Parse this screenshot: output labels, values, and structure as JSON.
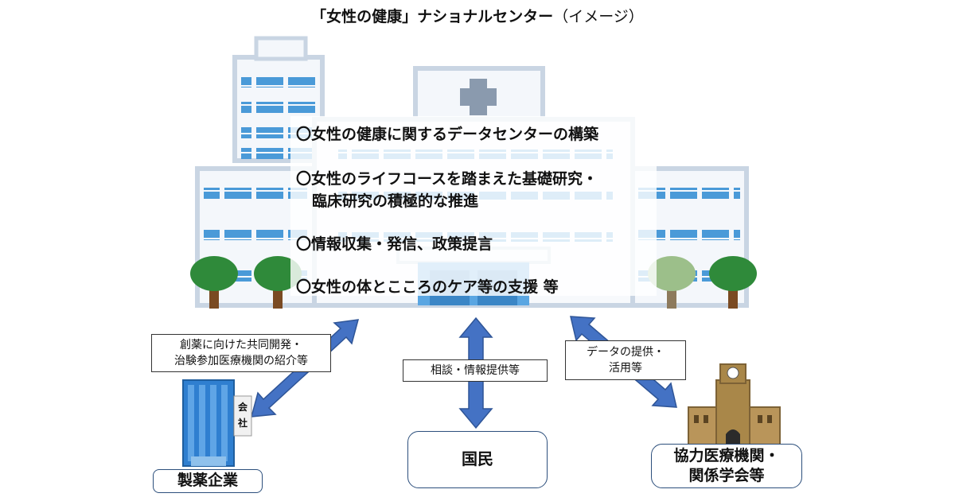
{
  "title": {
    "main": "「女性の健康」ナショナルセンター",
    "note": "（イメージ）"
  },
  "features": [
    {
      "line1": "〇女性の健康に関するデータセンターの構築",
      "line2": ""
    },
    {
      "line1": "〇女性のライフコースを踏まえた基礎研究・",
      "line2": "臨床研究の積極的な推進"
    },
    {
      "line1": "〇情報収集・発信、政策提言",
      "line2": ""
    },
    {
      "line1": "〇女性の体とこころのケア等の支援 等",
      "line2": ""
    }
  ],
  "labels": {
    "pharma_link": {
      "line1": "創薬に向けた共同開発・",
      "line2": "治験参加医療機関の紹介等"
    },
    "public_link": "相談・情報提供等",
    "partner_link": {
      "line1": "データの提供・",
      "line2": "活用等"
    }
  },
  "nodes": {
    "pharma": "製薬企業",
    "public": "国民",
    "partners": {
      "line1": "協力医療機関・",
      "line2": "関係学会等"
    }
  },
  "company_sign": {
    "char1": "会",
    "char2": "社"
  },
  "colors": {
    "arrow": "#4472c4",
    "building_window": "#4a9ad8",
    "building_frame": "#c9d5e3",
    "node_border": "#2c4f7c"
  }
}
